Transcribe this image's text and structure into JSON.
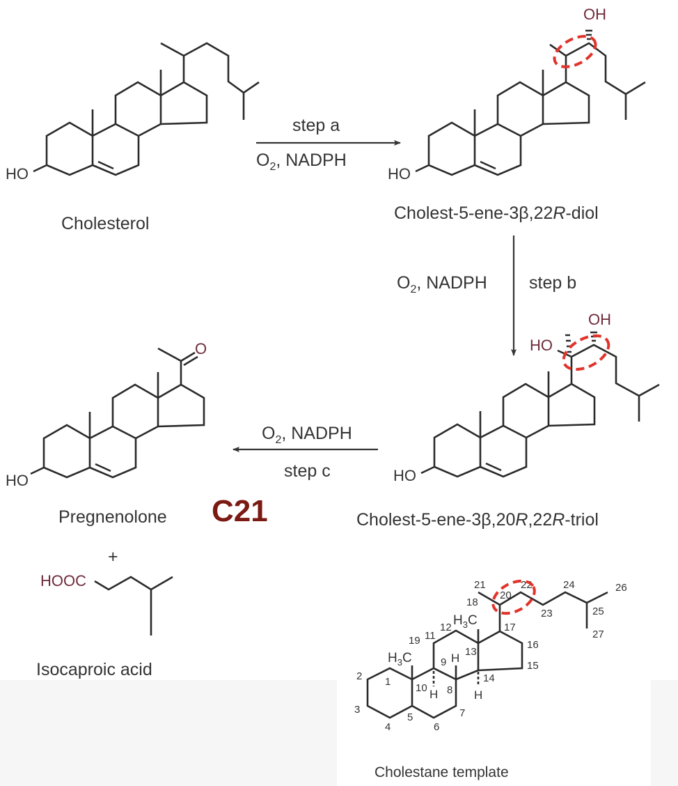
{
  "colors": {
    "ring_highlight": "#e0332a",
    "heteroatom": "#6e2a3a",
    "c21_label": "#7a1a12",
    "bond": "#2a2a2a"
  },
  "atoms": {
    "ho": "HO",
    "oh": "OH",
    "o": "O",
    "hooc": "HOOC",
    "h": "H",
    "h3c": {
      "h": "H",
      "sub": "3",
      "c": "C"
    }
  },
  "compounds": {
    "cholesterol": "Cholesterol",
    "diol": {
      "a": "Cholest-5-ene-3β,22",
      "r1": "R",
      "b": "-diol"
    },
    "triol": {
      "a": "Cholest-5-ene-3β,20",
      "r1": "R",
      "b": ",22",
      "r2": "R",
      "c": "-triol"
    },
    "pregnenolone": "Pregnenolone",
    "isocaproic": "Isocaproic acid",
    "template": "Cholestane template"
  },
  "c21_label": "C21",
  "plus": "+",
  "steps": {
    "a": {
      "label": "step a",
      "reagent": {
        "o": "O",
        "sub": "2",
        "rest": ", NADPH"
      }
    },
    "b": {
      "label": "step b",
      "reagent": {
        "o": "O",
        "sub": "2",
        "rest": ", NADPH"
      }
    },
    "c": {
      "label": "step c",
      "reagent": {
        "o": "O",
        "sub": "2",
        "rest": ", NADPH"
      }
    }
  },
  "template_numbers": [
    "1",
    "2",
    "3",
    "4",
    "5",
    "6",
    "7",
    "8",
    "9",
    "10",
    "11",
    "12",
    "13",
    "14",
    "15",
    "16",
    "17",
    "18",
    "19",
    "20",
    "21",
    "22",
    "23",
    "24",
    "25",
    "26",
    "27"
  ]
}
